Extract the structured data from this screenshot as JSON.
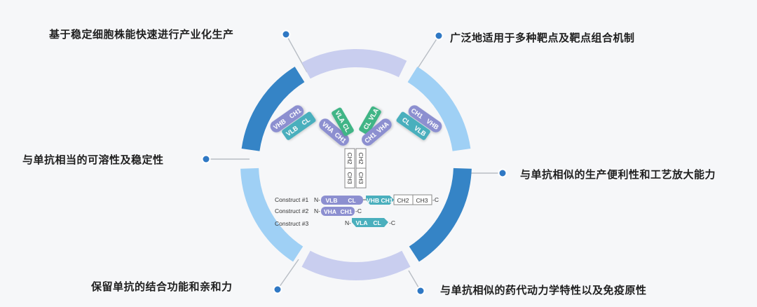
{
  "features": {
    "top_left": "基于稳定细胞株能快速进行产业化生产",
    "top_right": "广泛地适用于多种靶点及靶点组合机制",
    "mid_left": "与单抗相当的可溶性及稳定性",
    "mid_right": "与单抗相似的生产便利性和工艺放大能力",
    "bottom_left": "保留单抗的结合功能和亲和力",
    "bottom_right": "与单抗相似的药代动力学特性以及免疫原性"
  },
  "antibody": {
    "left_outer": [
      "VHB",
      "CH1",
      "VLB",
      "CL"
    ],
    "left_inner": [
      "VHA",
      "CH1"
    ],
    "center": [
      "VLA",
      "CL",
      "CL",
      "VLA"
    ],
    "right_inner": [
      "CH1",
      "VHA"
    ],
    "right_outer": [
      "CH1",
      "VHB",
      "CL",
      "VLB"
    ],
    "stem": [
      "CH2",
      "CH2",
      "CH3",
      "CH3"
    ]
  },
  "constructs": {
    "c1": {
      "label": "Construct #1",
      "domains": [
        "VLB",
        "CL",
        "VHB",
        "CH1",
        "CH2",
        "CH3"
      ]
    },
    "c2": {
      "label": "Construct #2",
      "domains": [
        "VHA",
        "CH1"
      ]
    },
    "c3": {
      "label": "Construct #3",
      "domains": [
        "VLA",
        "CL"
      ]
    },
    "n_term": "N-",
    "c_term": "-C"
  },
  "colors": {
    "ring_dark": "#3584c6",
    "ring_light": "#9fd0f5",
    "ring_pale": "#c9ceef",
    "dot": "#2f78c4",
    "purple": "#8c8fd0",
    "teal": "#4aafbd",
    "green": "#3fb586"
  }
}
